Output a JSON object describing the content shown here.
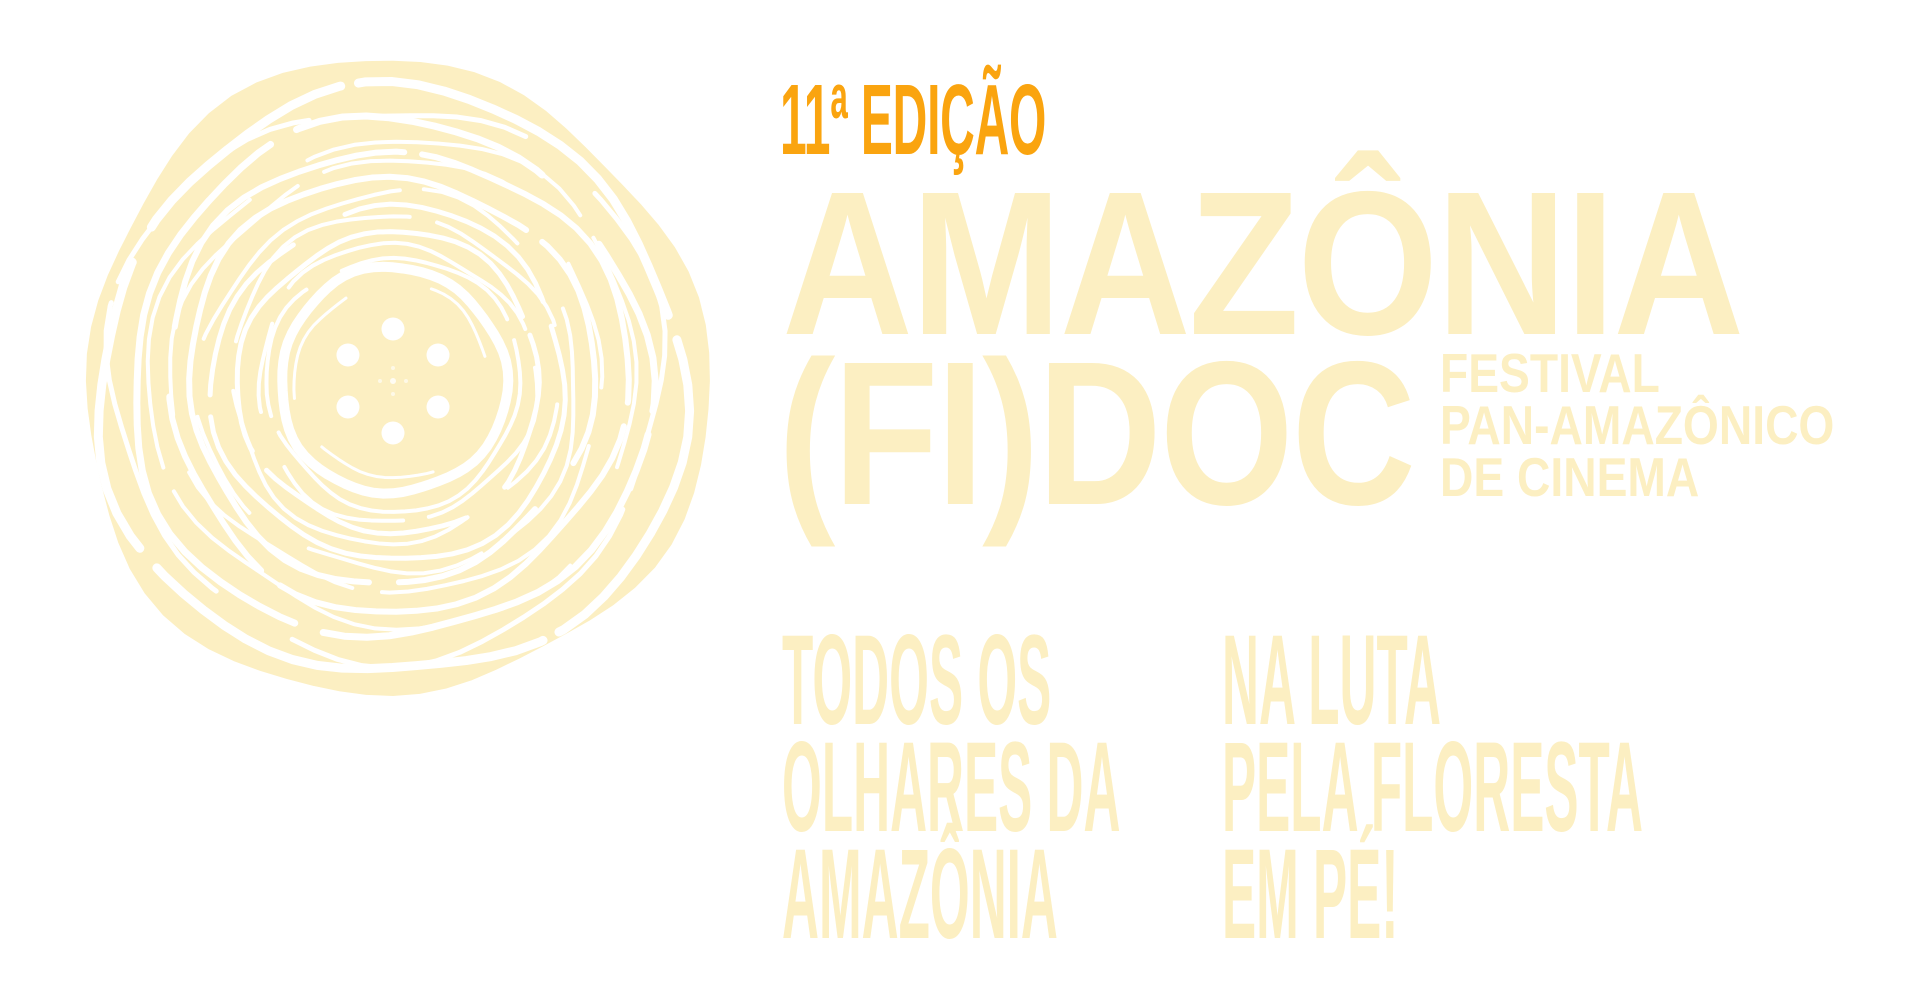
{
  "colors": {
    "cream": "#FCEFC2",
    "orange": "#FAA40F",
    "white": "#FFFFFF"
  },
  "illustration": {
    "icon": "tree-rings-icon"
  },
  "logo": {
    "edition": "11ª EDIÇÃO",
    "title_line1": "AMAZÔNIA",
    "title_line2": "(FI)DOC",
    "subtitle_lines": [
      "FESTIVAL",
      "PAN-AMAZÔNICO",
      "DE CINEMA"
    ]
  },
  "tagline": {
    "left_lines": [
      "TODOS OS",
      "OLHARES DA",
      "AMAZÔNIA"
    ],
    "right_lines": [
      "NA LUTA",
      "PELA FLORESTA",
      "EM PÉ!"
    ]
  }
}
